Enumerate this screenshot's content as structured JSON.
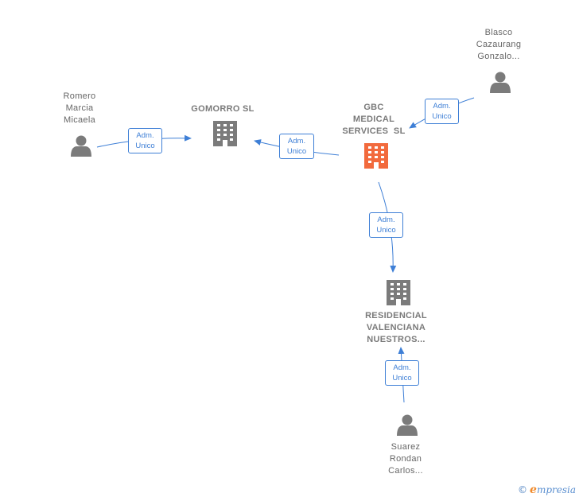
{
  "nodes": {
    "romero": {
      "lines": [
        "Romero",
        "Marcia",
        "Micaela"
      ],
      "kind": "person"
    },
    "gomorro": {
      "lines": [
        "GOMORRO SL"
      ],
      "kind": "company"
    },
    "gbc": {
      "lines": [
        "GBC",
        "MEDICAL",
        "SERVICES  SL"
      ],
      "kind": "company-main"
    },
    "blasco": {
      "lines": [
        "Blasco",
        "Cazaurang",
        "Gonzalo..."
      ],
      "kind": "person"
    },
    "residencial": {
      "lines": [
        "RESIDENCIAL",
        "VALENCIANA",
        "NUESTROS..."
      ],
      "kind": "company"
    },
    "suarez": {
      "lines": [
        "Suarez",
        "Rondan",
        "Carlos..."
      ],
      "kind": "person"
    }
  },
  "edges": [
    {
      "from": "romero",
      "to": "gomorro",
      "label": [
        "Adm.",
        "Unico"
      ]
    },
    {
      "from": "gbc",
      "to": "gomorro",
      "label": [
        "Adm.",
        "Unico"
      ]
    },
    {
      "from": "blasco",
      "to": "gbc",
      "label": [
        "Adm.",
        "Unico"
      ]
    },
    {
      "from": "gbc",
      "to": "residencial",
      "label": [
        "Adm.",
        "Unico"
      ]
    },
    {
      "from": "suarez",
      "to": "residencial",
      "label": [
        "Adm.",
        "Unico"
      ]
    }
  ],
  "colors": {
    "edge": "#3e7fd6",
    "icon": "#7b7b7b",
    "main_company": "#f26a3d"
  },
  "watermark": {
    "copyright": "©",
    "brand_initial": "e",
    "brand_rest": "mpresia"
  }
}
